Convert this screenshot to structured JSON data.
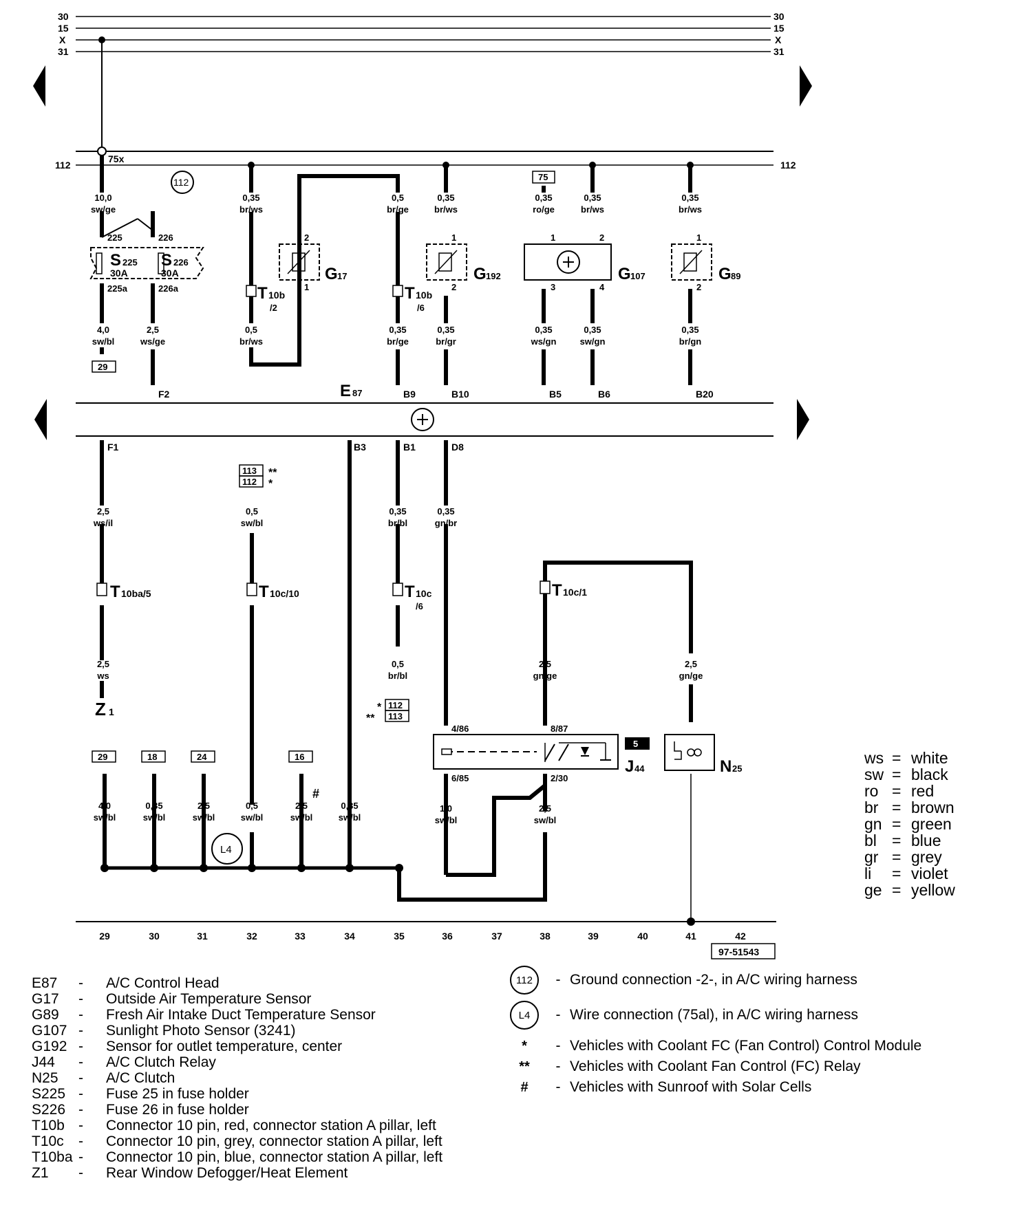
{
  "rails": {
    "top_labels": [
      "30",
      "15",
      "X",
      "31"
    ],
    "ground_bus": "112",
    "terminal_75x": "75x"
  },
  "refs": {
    "ground_112": "112",
    "box_75": "75",
    "box_29": "29",
    "box_18": "18",
    "box_24": "24",
    "box_16": "16",
    "box_113": "113",
    "box_112": "112",
    "relay_location": "5",
    "L4": "L4",
    "diagram_number": "97-51543"
  },
  "wires": {
    "w1": {
      "size": "10,0",
      "color": "sw/ge"
    },
    "w2": {
      "size": "4,0",
      "color": "sw/bl"
    },
    "w3": {
      "size": "2,5",
      "color": "ws/ge"
    },
    "w4": {
      "size": "0,35",
      "color": "br/ws"
    },
    "w5": {
      "size": "0,5",
      "color": "br/ws"
    },
    "w6": {
      "size": "0,5",
      "color": "br/ge"
    },
    "w7": {
      "size": "0,35",
      "color": "br/ge"
    },
    "w8": {
      "size": "0,35",
      "color": "br/ws"
    },
    "w9": {
      "size": "0,35",
      "color": "br/gr"
    },
    "w10": {
      "size": "0,35",
      "color": "ro/ge"
    },
    "w11": {
      "size": "0,35",
      "color": "br/ws"
    },
    "w12": {
      "size": "0,35",
      "color": "ws/gn"
    },
    "w13": {
      "size": "0,35",
      "color": "sw/gn"
    },
    "w14": {
      "size": "0,35",
      "color": "br/ws"
    },
    "w15": {
      "size": "0,35",
      "color": "br/gn"
    },
    "w16": {
      "size": "2,5",
      "color": "ws/il"
    },
    "w17": {
      "size": "0,5",
      "color": "sw/bl"
    },
    "w18": {
      "size": "0,35",
      "color": "br/bl"
    },
    "w19": {
      "size": "0,35",
      "color": "gn/br"
    },
    "w20": {
      "size": "2,5",
      "color": "ws"
    },
    "w21": {
      "size": "0,5",
      "color": "br/bl"
    },
    "w22": {
      "size": "2,5",
      "color": "gn/ge"
    },
    "w23": {
      "size": "2,5",
      "color": "gn/ge"
    },
    "w24": {
      "size": "4,0",
      "color": "sw/bl"
    },
    "w25": {
      "size": "0,35",
      "color": "sw/bl"
    },
    "w26": {
      "size": "2,5",
      "color": "sw/bl"
    },
    "w27": {
      "size": "0,5",
      "color": "sw/bl"
    },
    "w28": {
      "size": "2,5",
      "color": "sw/bl"
    },
    "w29": {
      "size": "0,35",
      "color": "sw/bl"
    },
    "w30": {
      "size": "1,0",
      "color": "sw/bl"
    },
    "w31": {
      "size": "2,5",
      "color": "sw/bl"
    }
  },
  "pins": {
    "s225_in": "225",
    "s226_in": "226",
    "s225_out": "225a",
    "s226_out": "226a",
    "g17_top": "2",
    "g17_bot": "1",
    "g192_top": "1",
    "g192_bot": "2",
    "g107_1": "1",
    "g107_2": "2",
    "g107_3": "3",
    "g107_4": "4",
    "g89_top": "1",
    "g89_bot": "2",
    "F2": "F2",
    "B9": "B9",
    "B10": "B10",
    "B5": "B5",
    "B6": "B6",
    "B20": "B20",
    "F1": "F1",
    "B3": "B3",
    "B1": "B1",
    "D8": "D8",
    "j44_486": "4/86",
    "j44_887": "8/87",
    "j44_685": "6/85",
    "j44_230": "2/30"
  },
  "components": {
    "S225": {
      "main": "S",
      "sub": "225",
      "rating": "30A"
    },
    "S226": {
      "main": "S",
      "sub": "226",
      "rating": "30A"
    },
    "G17": {
      "main": "G",
      "sub": "17"
    },
    "G192": {
      "main": "G",
      "sub": "192"
    },
    "G107": {
      "main": "G",
      "sub": "107"
    },
    "G89": {
      "main": "G",
      "sub": "89"
    },
    "E87": {
      "main": "E",
      "sub": "87"
    },
    "J44": {
      "main": "J",
      "sub": "44"
    },
    "N25": {
      "main": "N",
      "sub": "25"
    },
    "Z1": {
      "main": "Z",
      "sub": "1"
    },
    "T10b_2": {
      "main": "T",
      "sub": "10b",
      "pin": "/2"
    },
    "T10b_6": {
      "main": "T",
      "sub": "10b",
      "pin": "/6"
    },
    "T10ba_5": {
      "main": "T",
      "sub": "10ba/5"
    },
    "T10c_10": {
      "main": "T",
      "sub": "10c/10"
    },
    "T10c_6": {
      "main": "T",
      "sub": "10c",
      "pin": "/6"
    },
    "T10c_1": {
      "main": "T",
      "sub": "10c/1"
    }
  },
  "options": {
    "double_star": "**",
    "star": "*",
    "hash": "#"
  },
  "bottom_numbers": [
    "29",
    "30",
    "31",
    "32",
    "33",
    "34",
    "35",
    "36",
    "37",
    "38",
    "39",
    "40",
    "41",
    "42"
  ],
  "color_key": [
    {
      "abbr": "ws",
      "eq": "=",
      "name": "white"
    },
    {
      "abbr": "sw",
      "eq": "=",
      "name": "black"
    },
    {
      "abbr": "ro",
      "eq": "=",
      "name": "red"
    },
    {
      "abbr": "br",
      "eq": "=",
      "name": "brown"
    },
    {
      "abbr": "gn",
      "eq": "=",
      "name": "green"
    },
    {
      "abbr": "bl",
      "eq": "=",
      "name": "blue"
    },
    {
      "abbr": "gr",
      "eq": "=",
      "name": "grey"
    },
    {
      "abbr": "li",
      "eq": "=",
      "name": "violet"
    },
    {
      "abbr": "ge",
      "eq": "=",
      "name": "yellow"
    }
  ],
  "legend": [
    {
      "code": "E87",
      "dash": "-",
      "desc": "A/C Control Head"
    },
    {
      "code": "G17",
      "dash": "-",
      "desc": "Outside Air Temperature Sensor"
    },
    {
      "code": "G89",
      "dash": "-",
      "desc": "Fresh Air Intake Duct Temperature Sensor"
    },
    {
      "code": "G107",
      "dash": "-",
      "desc": "Sunlight Photo Sensor (3241)"
    },
    {
      "code": "G192",
      "dash": "-",
      "desc": "Sensor for outlet temperature, center"
    },
    {
      "code": "J44",
      "dash": "-",
      "desc": "A/C Clutch Relay"
    },
    {
      "code": "N25",
      "dash": "-",
      "desc": "A/C Clutch"
    },
    {
      "code": "S225",
      "dash": "-",
      "desc": "Fuse 25 in fuse holder"
    },
    {
      "code": "S226",
      "dash": "-",
      "desc": "Fuse 26 in fuse holder"
    },
    {
      "code": "T10b",
      "dash": "-",
      "desc": "Connector 10 pin, red, connector station A pillar, left"
    },
    {
      "code": "T10c",
      "dash": "-",
      "desc": "Connector 10 pin, grey, connector station A pillar, left"
    },
    {
      "code": "T10ba",
      "dash": "-",
      "desc": "Connector 10 pin, blue, connector station A pillar, left"
    },
    {
      "code": "Z1",
      "dash": "-",
      "desc": "Rear Window Defogger/Heat Element"
    }
  ],
  "notes": [
    {
      "symbol": "112",
      "dash": "-",
      "text": "Ground connection -2-, in A/C wiring harness"
    },
    {
      "symbol": "L4",
      "dash": "-",
      "text": "Wire connection (75al), in A/C wiring harness"
    },
    {
      "symbol": "*",
      "dash": "-",
      "text": "Vehicles with Coolant FC (Fan Control) Control Module"
    },
    {
      "symbol": "**",
      "dash": "-",
      "text": "Vehicles with Coolant Fan Control (FC) Relay"
    },
    {
      "symbol": "#",
      "dash": "-",
      "text": "Vehicles with Sunroof with Solar Cells"
    }
  ]
}
